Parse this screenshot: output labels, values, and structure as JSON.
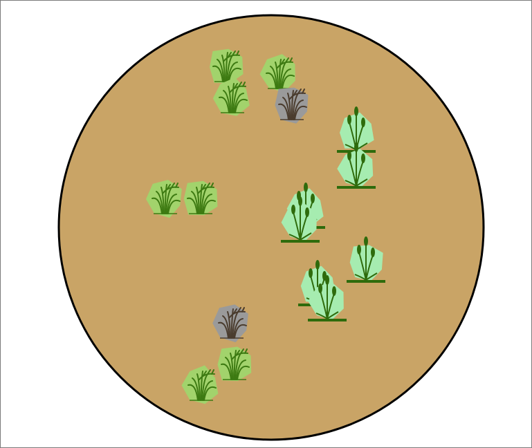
{
  "colors": {
    "background": "#ffffff",
    "frame_border": "#7a7a7a",
    "ground": "#c9a466",
    "ground_outline": "#000000",
    "grass_patch": "#a2d36c",
    "grass_stroke": "#3d7a12",
    "reed_patch": "#a6ecb0",
    "reed_stroke": "#2e6b0c",
    "rock": "#9a9a9a",
    "rock_stroke": "#4a3c2e"
  },
  "terrain": {
    "ground": "circular-dirt-field",
    "tiles": [
      {
        "kind": "grass",
        "icon": "grass-tuft-icon"
      },
      {
        "kind": "grass",
        "icon": "grass-tuft-icon"
      },
      {
        "kind": "grass",
        "icon": "grass-tuft-icon"
      },
      {
        "kind": "rock",
        "icon": "rock-grass-icon"
      },
      {
        "kind": "reeds",
        "icon": "cattail-icon"
      },
      {
        "kind": "reeds",
        "icon": "cattail-icon"
      },
      {
        "kind": "grass",
        "icon": "grass-tuft-icon"
      },
      {
        "kind": "grass",
        "icon": "grass-tuft-icon"
      },
      {
        "kind": "reeds",
        "icon": "cattail-icon"
      },
      {
        "kind": "reeds",
        "icon": "cattail-icon"
      },
      {
        "kind": "reeds",
        "icon": "cattail-icon"
      },
      {
        "kind": "reeds",
        "icon": "cattail-icon"
      },
      {
        "kind": "reeds",
        "icon": "cattail-icon"
      },
      {
        "kind": "rock",
        "icon": "rock-grass-icon"
      },
      {
        "kind": "grass",
        "icon": "grass-tuft-icon"
      },
      {
        "kind": "grass",
        "icon": "grass-tuft-icon"
      }
    ]
  }
}
